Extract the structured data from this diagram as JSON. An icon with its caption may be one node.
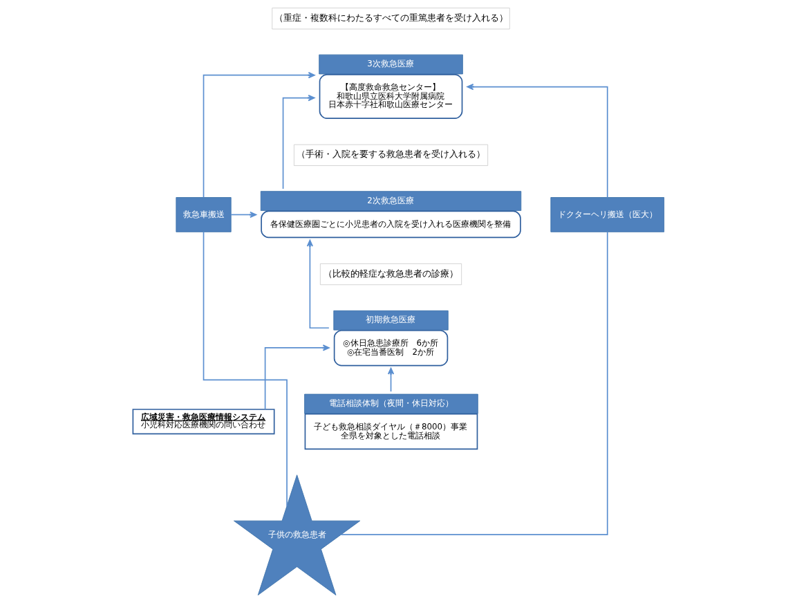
{
  "diagram": {
    "nodes": [
      {
        "text": [
          "3次救急医療",
          "【高度救命救急センター】",
          "和歌山県立医科大学附属病院",
          "日本赤十字社和歌山医療センター"
        ],
        "beside": [
          "（重症・複数科にわたるすべての重篤患者を受け入れる）"
        ]
      },
      {
        "text": [
          "2次救急医療",
          "各保健医療圏ごとに小児患者の入院を受け入れる医療機関を整備"
        ],
        "beside": [
          "（手術・入院を要する救急患者を受け入れる）"
        ]
      },
      {
        "text": [
          "初期救急医療",
          "◎休日急患診療所　6か所",
          "◎在宅当番医制　2か所"
        ],
        "beside": [
          "（比較的軽症な救急患者の診療）"
        ]
      },
      {
        "text": [
          "広域災害・救急医療情報システム",
          "小児科対応医療機関の問い合わせ"
        ]
      },
      {
        "text": [
          "電話相談体制（夜間・休日対応）",
          "子ども救急相談ダイヤル（＃8000）事業",
          "全県を対象とした電話相談"
        ]
      },
      {
        "text": [
          "救急車搬送"
        ]
      },
      {
        "text": [
          "ドクターヘリ搬送（医大）"
        ]
      },
      {
        "text": [
          "子供の救急患者"
        ]
      }
    ],
    "edges": [
      {
        "from": 1,
        "to": 0,
        "arrow": "to"
      },
      {
        "from": 2,
        "to": 1,
        "arrow": "to"
      },
      {
        "from": 3,
        "to": 2,
        "arrow": "to"
      },
      {
        "from": 4,
        "to": 2,
        "arrow": "to"
      },
      {
        "from": 7,
        "to": 5,
        "arrow": "none"
      },
      {
        "from": 5,
        "to": 0,
        "arrow": "to"
      },
      {
        "from": 5,
        "to": 1,
        "arrow": "to"
      },
      {
        "from": 7,
        "to": 6,
        "arrow": "none"
      },
      {
        "from": 6,
        "to": 0,
        "arrow": "to"
      }
    ]
  }
}
